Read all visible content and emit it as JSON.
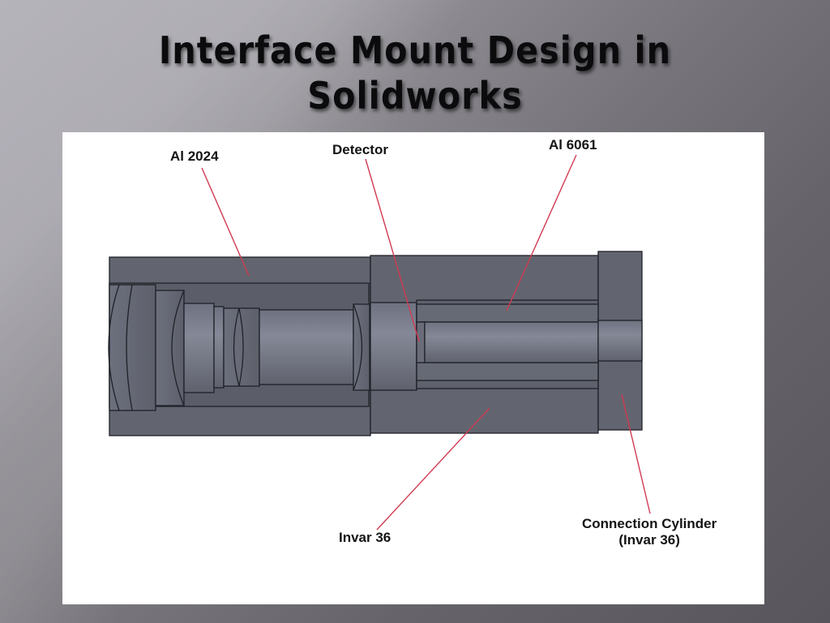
{
  "slide": {
    "title_line1": "Interface Mount Design in",
    "title_line2": "Solidworks"
  },
  "figure": {
    "description": "Solidworks cross-section of interface mount assembly",
    "colors": {
      "body": "#62656f",
      "cylinder_highlight": "#7d818e",
      "edge": "#1f2128",
      "leader": "#d13a52",
      "background": "#ffffff"
    },
    "callouts": [
      {
        "id": "al2024",
        "text": "Al 2024"
      },
      {
        "id": "detector",
        "text": "Detector"
      },
      {
        "id": "al6061",
        "text": "Al 6061"
      },
      {
        "id": "invar36",
        "text": "Invar 36"
      },
      {
        "id": "connection",
        "text_line1": "Connection Cylinder",
        "text_line2": "(Invar 36)"
      }
    ]
  }
}
